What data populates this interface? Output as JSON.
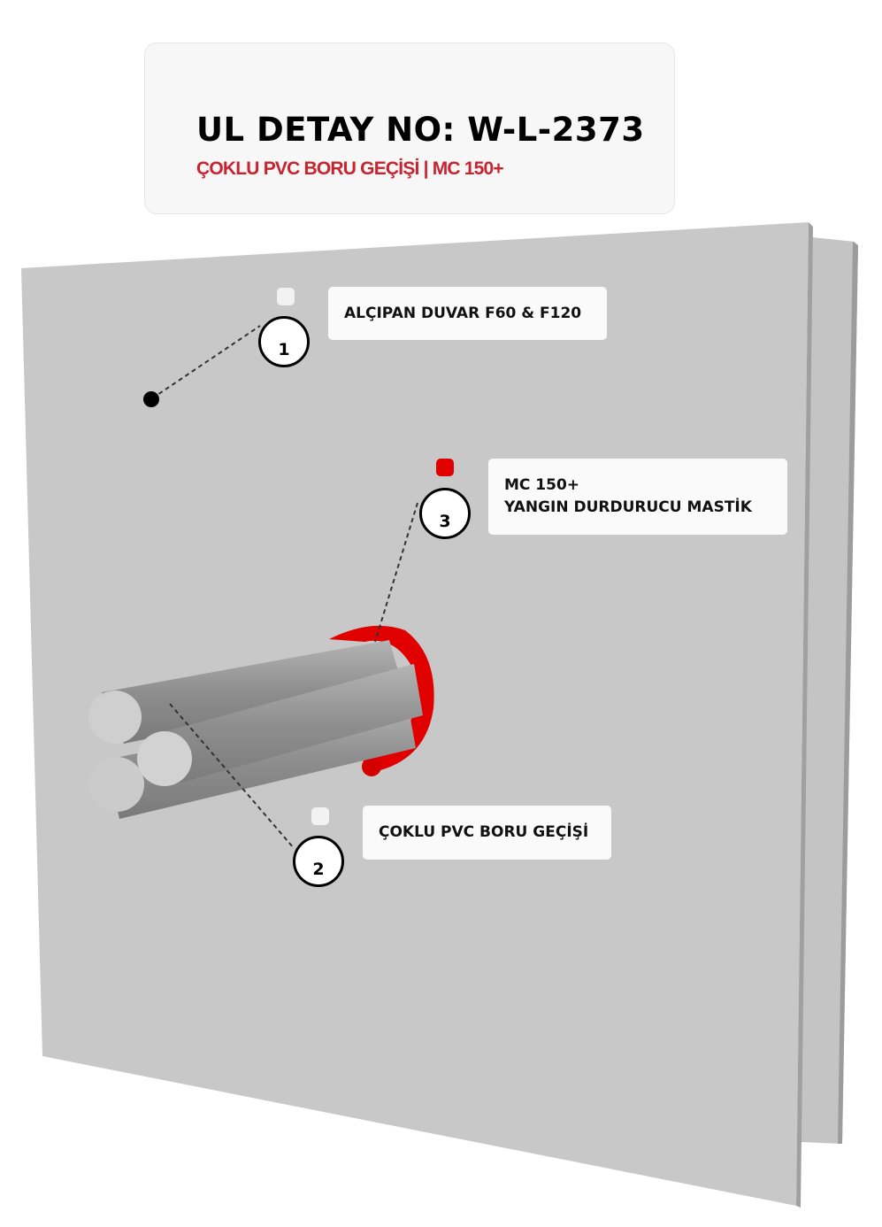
{
  "header": {
    "title": "UL DETAY NO: W-L-2373",
    "subtitle": "ÇOKLU PVC BORU GEÇİŞİ | MC 150+"
  },
  "callouts": [
    {
      "number": "1",
      "lines": [
        "ALÇIPAN DUVAR F60 & F120"
      ]
    },
    {
      "number": "2",
      "lines": [
        "ÇOKLU PVC BORU GEÇİŞİ"
      ]
    },
    {
      "number": "3",
      "lines": [
        "MC 150+",
        "YANGIN DURDURUCU MASTİK"
      ]
    }
  ],
  "colors": {
    "wall": "#c8c8c8",
    "sealant": "#e00000",
    "accent_red": "#c8242f",
    "pipe": "#9a9a9a"
  }
}
